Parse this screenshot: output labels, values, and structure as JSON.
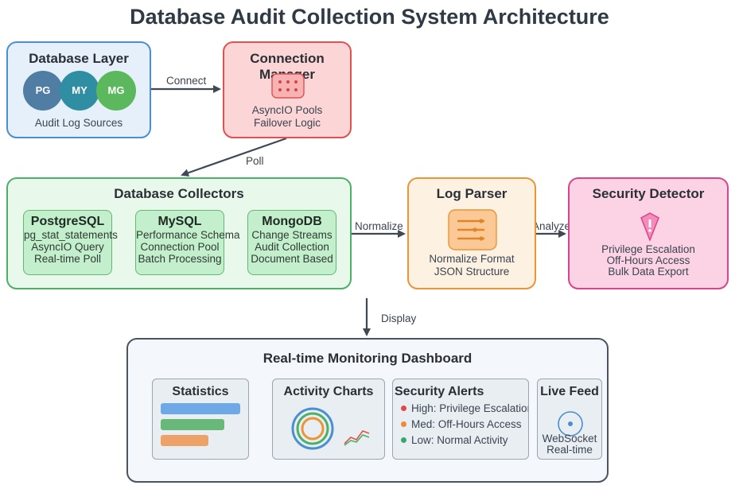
{
  "title": "Database Audit Collection System Architecture",
  "db_layer": {
    "title": "Database Layer",
    "badges": [
      "PG",
      "MY",
      "MG"
    ],
    "caption": "Audit Log Sources"
  },
  "connection_manager": {
    "title": "Connection Manager",
    "lines": [
      "AsyncIO Pools",
      "Failover Logic"
    ]
  },
  "collectors": {
    "title": "Database Collectors",
    "items": [
      {
        "name": "PostgreSQL",
        "lines": [
          "pg_stat_statements",
          "AsyncIO Query",
          "Real-time Poll"
        ]
      },
      {
        "name": "MySQL",
        "lines": [
          "Performance Schema",
          "Connection Pool",
          "Batch Processing"
        ]
      },
      {
        "name": "MongoDB",
        "lines": [
          "Change Streams",
          "Audit Collection",
          "Document Based"
        ]
      }
    ]
  },
  "log_parser": {
    "title": "Log Parser",
    "lines": [
      "Normalize Format",
      "JSON Structure"
    ]
  },
  "security_detector": {
    "title": "Security Detector",
    "lines": [
      "Privilege Escalation",
      "Off-Hours Access",
      "Bulk Data Export"
    ]
  },
  "edges": {
    "connect": "Connect",
    "poll": "Poll",
    "normalize": "Normalize",
    "analyze": "Analyze",
    "display": "Display"
  },
  "dashboard": {
    "title": "Real-time Monitoring Dashboard",
    "statistics": {
      "title": "Statistics"
    },
    "activity": {
      "title": "Activity Charts"
    },
    "alerts": {
      "title": "Security Alerts",
      "items": [
        {
          "text": "High: Privilege Escalation",
          "color": "#e04a4a"
        },
        {
          "text": "Med: Off-Hours Access",
          "color": "#ef8a35"
        },
        {
          "text": "Low: Normal Activity",
          "color": "#3aa66a"
        }
      ]
    },
    "feed": {
      "title": "Live Feed",
      "lines": [
        "WebSocket",
        "Real-time"
      ]
    }
  },
  "colors": {
    "pg": "#4f7da3",
    "my": "#2f8ea1",
    "mg": "#5cb85c",
    "arrow": "#3f4956"
  }
}
